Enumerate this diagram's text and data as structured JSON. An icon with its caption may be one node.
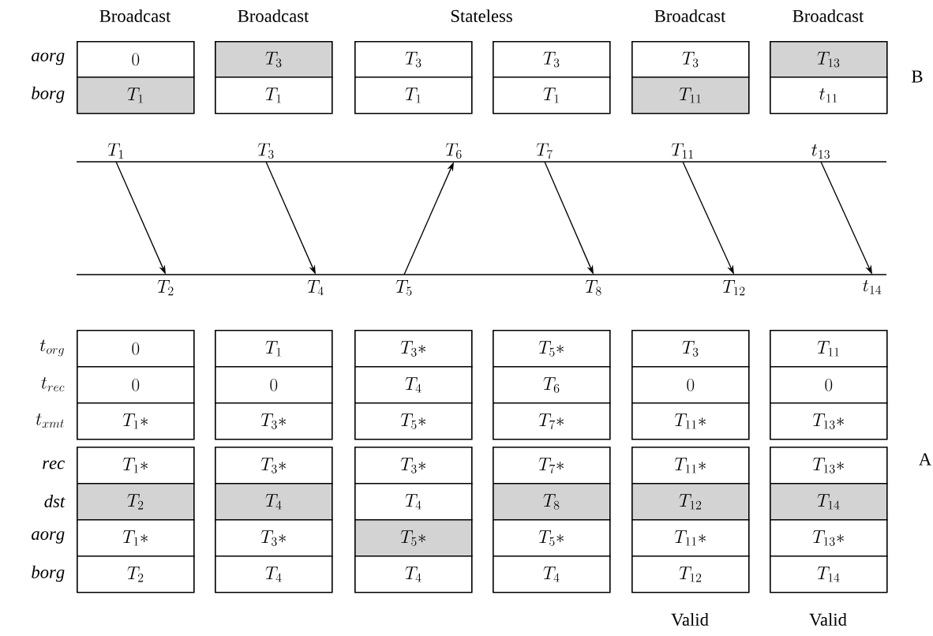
{
  "diagram": {
    "nodes": [
      {
        "text": [
          "T_{1}"
        ]
      },
      {
        "text": [
          "T_{3}"
        ]
      },
      {
        "text": [
          "T_{6}"
        ]
      },
      {
        "text": [
          "T_{7}"
        ]
      },
      {
        "text": [
          "T_{11}"
        ]
      },
      {
        "text": [
          "t_{13}"
        ]
      },
      {
        "text": [
          "T_{2}"
        ]
      },
      {
        "text": [
          "T_{4}"
        ]
      },
      {
        "text": [
          "T_{5}"
        ]
      },
      {
        "text": [
          "T_{8}"
        ]
      },
      {
        "text": [
          "T_{12}"
        ]
      },
      {
        "text": [
          "t_{14}"
        ]
      }
    ],
    "edges": [
      {
        "from": 0,
        "to": 6,
        "arrow": "to"
      },
      {
        "from": 1,
        "to": 7,
        "arrow": "to"
      },
      {
        "from": 8,
        "to": 2,
        "arrow": "to"
      },
      {
        "from": 3,
        "to": 9,
        "arrow": "to"
      },
      {
        "from": 4,
        "to": 10,
        "arrow": "to"
      },
      {
        "from": 5,
        "to": 11,
        "arrow": "to"
      }
    ],
    "labels": [
      "Broadcast",
      "Broadcast",
      "Stateless",
      "Broadcast",
      "Broadcast",
      "\\mathit{aorg}",
      "0",
      "T_{3}",
      "T_{3}",
      "T_{3}",
      "T_{3}",
      "T_{13}",
      "\\mathit{borg}",
      "T_{1}",
      "T_{1}",
      "T_{1}",
      "T_{1}",
      "T_{11}",
      "t_{11}",
      "B",
      "t_{org}",
      "0",
      "T_{1}",
      "T_{3}*",
      "T_{5}*",
      "T_{3}",
      "T_{11}",
      "t_{rec}",
      "0",
      "0",
      "T_{4}",
      "T_{6}",
      "0",
      "0",
      "t_{xmt}",
      "T_{1}*",
      "T_{3}*",
      "T_{5}*",
      "T_{7}*",
      "T_{11}*",
      "T_{13}*",
      "\\mathit{rec}",
      "T_{1}*",
      "T_{3}*",
      "T_{3}*",
      "T_{7}*",
      "T_{11}*",
      "T_{13}*",
      "\\mathit{dst}",
      "T_{2}",
      "T_{4}",
      "T_{4}",
      "T_{8}",
      "T_{12}",
      "T_{14}",
      "A",
      "\\mathit{aorg}",
      "T_{1}*",
      "T_{3}*",
      "T_{5}*",
      "T_{5}*",
      "T_{11}*",
      "T_{13}*",
      "\\mathit{borg}",
      "T_{2}",
      "T_{4}",
      "T_{4}",
      "T_{4}",
      "T_{12}",
      "T_{14}",
      "Valid",
      "Valid"
    ]
  }
}
